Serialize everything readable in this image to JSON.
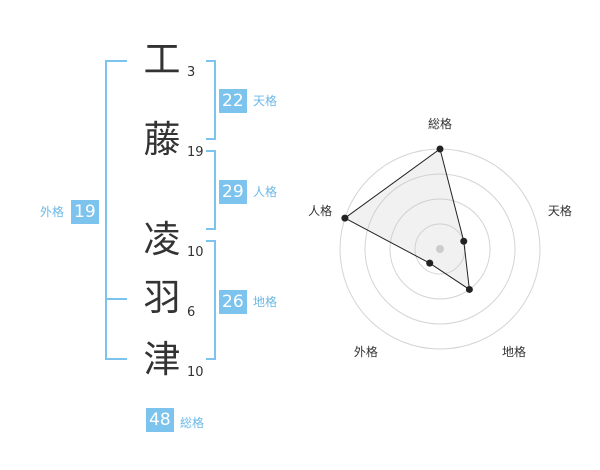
{
  "name_chars": [
    {
      "char": "工",
      "strokes": "3"
    },
    {
      "char": "藤",
      "strokes": "19"
    },
    {
      "char": "凌",
      "strokes": "10"
    },
    {
      "char": "羽",
      "strokes": "6"
    },
    {
      "char": "津",
      "strokes": "10"
    }
  ],
  "fortunes": {
    "tenkaku": {
      "value": "22",
      "label": "天格"
    },
    "jinkaku": {
      "value": "29",
      "label": "人格"
    },
    "chikaku": {
      "value": "26",
      "label": "地格"
    },
    "gaikaku": {
      "value": "19",
      "label": "外格"
    },
    "soukaku": {
      "value": "48",
      "label": "総格"
    }
  },
  "accent_color": "#7cc4ee",
  "radar": {
    "axes": [
      "総格",
      "天格",
      "地格",
      "外格",
      "人格"
    ],
    "levels": 4,
    "max": 4,
    "values": [
      4,
      1,
      2,
      0.7,
      4
    ]
  }
}
